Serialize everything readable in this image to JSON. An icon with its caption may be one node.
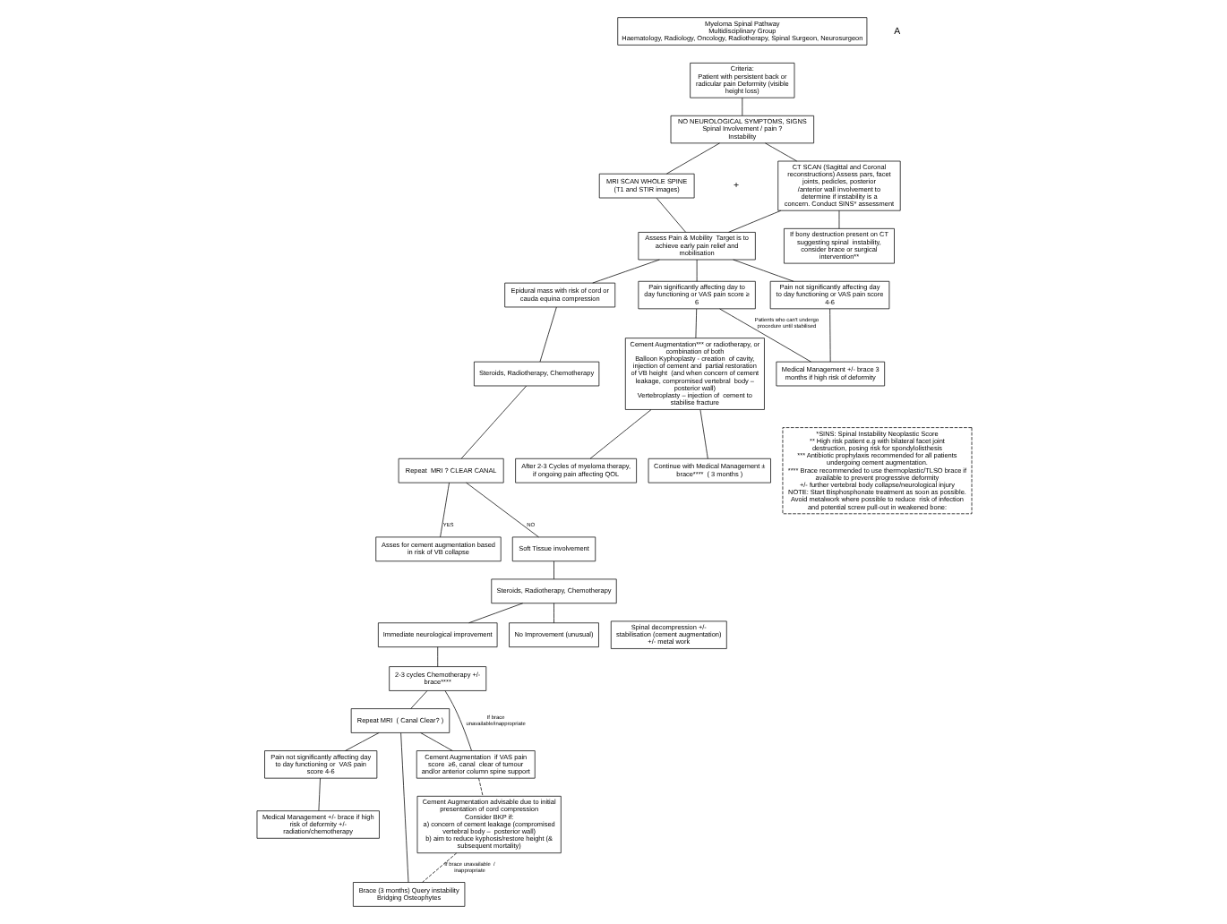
{
  "diagram": {
    "nodes": [
      {
        "text": [
          "Myeloma Spinal Pathway",
          "Multidisciplinary Group",
          "Haematology, Radiology, Oncology, Radiotherapy, Spinal Surgeon, Neurosurgeon"
        ]
      },
      {
        "text": [
          "Criteria:",
          "Patient with persistent back or radicular pain Deformity (visible height loss)"
        ]
      },
      {
        "text": [
          "NO NEUROLOGICAL SYMPTOMS, SIGNS Spinal Involvement / pain ? Instability"
        ]
      },
      {
        "text": [
          "MRI SCAN WHOLE SPINE",
          "(T1 and STIR images)"
        ]
      },
      {
        "text": [
          "CT SCAN (Sagittal and Coronal reconstructions) Assess pars, facet joints, pedicles, posterior /anterior wall involvement to determine if instability is a concern. Conduct SINS* assessment"
        ]
      },
      {
        "text": [
          "Assess Pain & Mobility  Target is to achieve early pain relief and mobilisation"
        ]
      },
      {
        "text": [
          "If bony destruction present on CT suggesting spinal  instability, consider brace or surgical intervention**"
        ]
      },
      {
        "text": [
          "Epidural mass with risk of cord or cauda equina compression"
        ]
      },
      {
        "text": [
          "Steroids, Radiotherapy, Chemotherapy"
        ]
      },
      {
        "text": [
          "Repeat  MRI ? CLEAR CANAL"
        ]
      },
      {
        "text": [
          "Asses for cement augmentation based in risk of VB collapse"
        ]
      },
      {
        "text": [
          "Soft Tissue involvement"
        ]
      },
      {
        "text": [
          "Pain significantly affecting day to day functioning or VAS pain score ≥ 6"
        ]
      },
      {
        "text": [
          "Pain not significantly affecting day to day functioning or VAS pain score 4-6"
        ]
      },
      {
        "text": [
          "Steroids, Radiotherapy, Chemotherapy"
        ]
      },
      {
        "text": [
          "Cement Augmentation*** or radiotherapy, or combination of both",
          "Balloon Kyphoplasty - creation  of cavity, injection of cement and  partial restoration of VB height  (and when concern of cement leakage, compromised vertebral  body –  posterior wall)",
          "Vertebroplasty – injection of  cement to stabilise fracture"
        ]
      },
      {
        "text": [
          "Medical Management +/- brace 3 months if high risk of deformity"
        ]
      },
      {
        "text": [
          "Immediate neurological improvement"
        ]
      },
      {
        "text": [
          "No Improvement (unusual)"
        ]
      },
      {
        "text": [
          "Spinal decompression +/- stabilisation (cement augmentation) +/- metal work"
        ]
      },
      {
        "text": [
          "2-3 cycles Chemotherapy +/- brace****"
        ]
      },
      {
        "text": [
          "Repeat MRI  ( Canal Clear? )"
        ]
      },
      {
        "text": [
          "Pain not significantly affecting day to day functioning or  VAS pain score 4-6"
        ]
      },
      {
        "text": [
          "Cement Augmentation  if VAS pain score  ≥6, canal  clear of tumour and/or anterior column spine support"
        ]
      },
      {
        "text": [
          "After 2-3 Cycles of myeloma therapy, if ongoing pain affecting QOL"
        ]
      },
      {
        "text": [
          "Continue with Medical Management ± brace****  ( 3 months )"
        ]
      },
      {
        "text": [
          "Cement Augmentation advisable due to initial presentation of cord compression",
          "Consider BKP if:",
          "a) concern of cement leakage (compromised vertebral body –  posterior wall)",
          "b) aim to reduce kyphosis/restore height (& subsequent mortality)"
        ]
      },
      {
        "text": [
          "Brace (3 months) Query instability Bridging Osteophytes"
        ]
      },
      {
        "text": [
          "Medical Management +/- brace if high risk of deformity +/- radiation/chemotherapy"
        ]
      },
      {
        "text": [
          "*SINS: Spinal Instability Neoplastic Score",
          "** High risk patient e.g with bilateral facet joint destruction, posing risk for spondylolisthesis",
          "*** Antibiotic prophylaxis recommended for all patients undergoing cement augmentation.",
          "**** Brace recommended to use thermoplastic/TLSO brace if available to prevent progressive deformity",
          "+/- further vertebral body collapse/neurological injury",
          "NOTE: Start Bisphosphonate treatment as soon as possible.  Avoid metalwork where possible to reduce  risk of infection and potential screw pull-out in weakened bone:"
        ]
      }
    ],
    "edges": [
      {
        "from": 1,
        "to": 2,
        "arrow": "none"
      },
      {
        "from": 2,
        "to": 3,
        "arrow": "none"
      },
      {
        "from": 2,
        "to": 4,
        "arrow": "none"
      },
      {
        "from": 3,
        "to": 5,
        "arrow": "none"
      },
      {
        "from": 4,
        "to": 5,
        "arrow": "none"
      },
      {
        "from": 4,
        "to": 6,
        "arrow": "none"
      },
      {
        "from": 5,
        "to": 7,
        "arrow": "none"
      },
      {
        "from": 7,
        "to": 8,
        "arrow": "none"
      },
      {
        "from": 8,
        "to": 9,
        "arrow": "none"
      },
      {
        "from": 9,
        "to": 10,
        "arrow": "none",
        "label": "YES"
      },
      {
        "from": 9,
        "to": 11,
        "arrow": "none",
        "label": "NO"
      },
      {
        "from": 5,
        "to": 12,
        "arrow": "none"
      },
      {
        "from": 5,
        "to": 13,
        "arrow": "none"
      },
      {
        "from": 12,
        "to": 15,
        "arrow": "none"
      },
      {
        "from": 12,
        "to": 16,
        "arrow": "none",
        "label": "Patients who can't undergo procedure until stabilised"
      },
      {
        "from": 13,
        "to": 16,
        "arrow": "none"
      },
      {
        "from": 15,
        "to": 25,
        "arrow": "none"
      },
      {
        "from": 15,
        "to": 24,
        "arrow": "none"
      },
      {
        "from": 11,
        "to": 14,
        "arrow": "none"
      },
      {
        "from": 14,
        "to": 17,
        "arrow": "none"
      },
      {
        "from": 14,
        "to": 18,
        "arrow": "none"
      },
      {
        "from": 17,
        "to": 20,
        "arrow": "none"
      },
      {
        "from": 20,
        "to": 23,
        "arrow": "none",
        "label": "If brace unavailable/inappropriate"
      },
      {
        "from": 20,
        "to": 21,
        "arrow": "none"
      },
      {
        "from": 21,
        "to": 23,
        "arrow": "none"
      },
      {
        "from": 21,
        "to": 27,
        "arrow": "none"
      },
      {
        "from": 21,
        "to": 22,
        "arrow": "none"
      },
      {
        "from": 22,
        "to": 28,
        "arrow": "none"
      },
      {
        "from": 23,
        "to": 26,
        "arrow": "none",
        "style": "dashed"
      },
      {
        "from": 26,
        "to": 27,
        "arrow": "none",
        "style": "dashed",
        "label": "If brace unavailable  / inappropriate"
      }
    ],
    "labels": [
      "A",
      "+"
    ]
  }
}
